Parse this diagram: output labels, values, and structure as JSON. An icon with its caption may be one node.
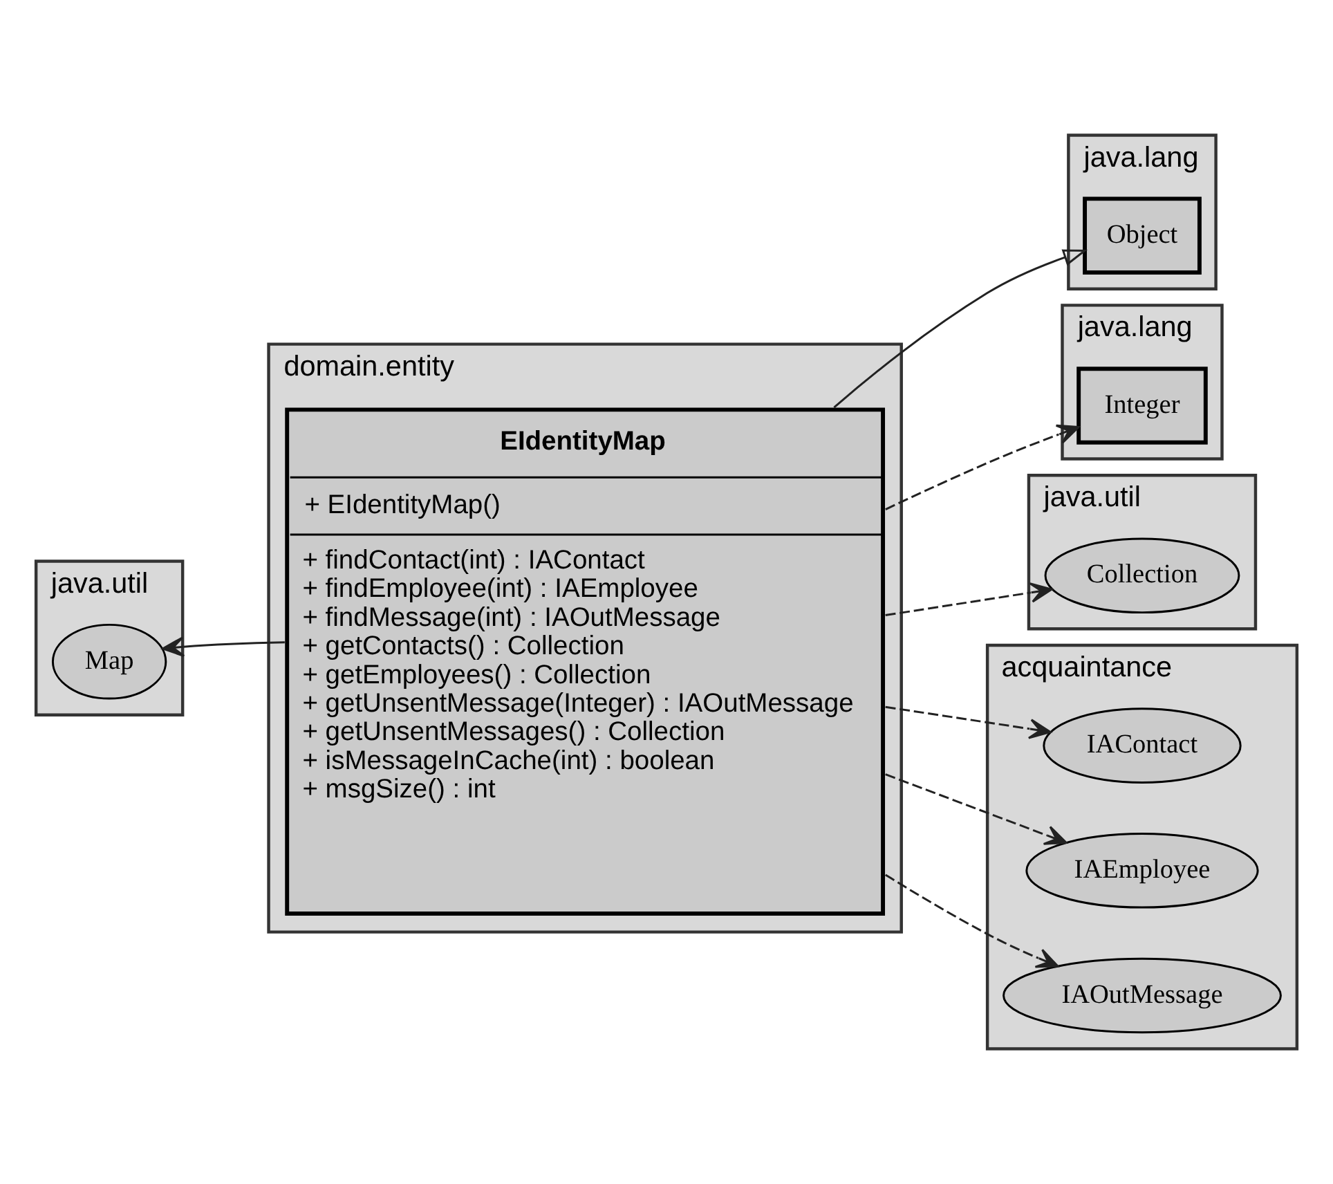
{
  "diagram": {
    "nodes": [
      {
        "text": [
          "java.lang"
        ]
      },
      {
        "text": [
          "Object"
        ],
        "in": 0
      },
      {
        "text": [
          "domain.entity"
        ]
      },
      {
        "text": [
          "EIdentityMap",
          "+ EIdentityMap()",
          "+ findContact(int) : IAContact",
          "+ findEmployee(int) : IAEmployee",
          "+ findMessage(int) : IAOutMessage",
          "+ getContacts() : Collection",
          "+ getEmployees() : Collection",
          "+ getUnsentMessage(Integer) : IAOutMessage",
          "+ getUnsentMessages() : Collection",
          "+ isMessageInCache(int) : boolean",
          "+ msgSize() : int"
        ],
        "in": 2
      },
      {
        "text": [
          "java.util"
        ]
      },
      {
        "text": [
          "Map"
        ],
        "in": 4
      },
      {
        "text": [
          "java.lang"
        ]
      },
      {
        "text": [
          "Integer"
        ],
        "in": 6
      },
      {
        "text": [
          "java.util"
        ]
      },
      {
        "text": [
          "Collection"
        ],
        "in": 8
      },
      {
        "text": [
          "acquaintance"
        ]
      },
      {
        "text": [
          "IAContact"
        ],
        "in": 10
      },
      {
        "text": [
          "IAEmployee"
        ],
        "in": 10
      },
      {
        "text": [
          "IAOutMessage"
        ],
        "in": 10
      }
    ],
    "edges": [
      {
        "from": 3,
        "to": 1,
        "arrow": "to"
      },
      {
        "from": 3,
        "to": 5,
        "arrow": "to"
      },
      {
        "from": 3,
        "to": 7,
        "arrow": "to",
        "style": "dashed"
      },
      {
        "from": 3,
        "to": 9,
        "arrow": "to",
        "style": "dashed"
      },
      {
        "from": 3,
        "to": 11,
        "arrow": "to",
        "style": "dashed"
      },
      {
        "from": 3,
        "to": 12,
        "arrow": "to",
        "style": "dashed"
      },
      {
        "from": 3,
        "to": 13,
        "arrow": "to",
        "style": "dashed"
      }
    ]
  }
}
